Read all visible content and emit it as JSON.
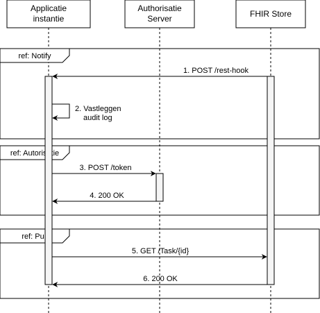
{
  "participants": [
    {
      "lines": [
        "Applicatie",
        "instantie"
      ]
    },
    {
      "lines": [
        "Authorisatie",
        "Server"
      ]
    },
    {
      "lines": [
        "FHIR Store"
      ]
    }
  ],
  "fragments": [
    {
      "label": "ref: Notify"
    },
    {
      "label": "ref: Autorisatie"
    },
    {
      "label": "ref: Pull"
    }
  ],
  "messages": [
    {
      "label": "1. POST /rest-hook"
    },
    {
      "label": "2. Vastleggen",
      "label2": "audit log"
    },
    {
      "label": "3. POST /token"
    },
    {
      "label": "4. 200 OK"
    },
    {
      "label": "5. GET /Task/{id}"
    },
    {
      "label": "6. 200 OK"
    }
  ]
}
